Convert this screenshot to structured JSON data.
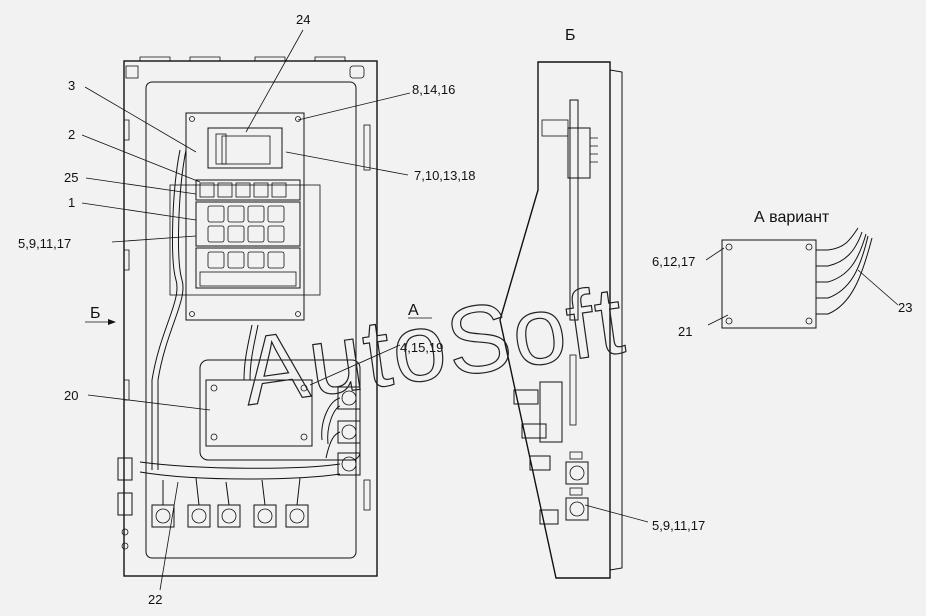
{
  "view_labels": {
    "side_view": "Б",
    "variant": "А вариант",
    "arrow_b": "Б",
    "arrow_a": "А"
  },
  "callouts": {
    "c24": "24",
    "c3": "3",
    "c8_14_16": "8,14,16",
    "c2": "2",
    "c7_10_13_18": "7,10,13,18",
    "c25": "25",
    "c1": "1",
    "c5_9_11_17_left": "5,9,11,17",
    "c4_15_19": "4,15,19",
    "c20": "20",
    "c22": "22",
    "c5_9_11_17_right": "5,9,11,17",
    "c6_12_17": "6,12,17",
    "c21": "21",
    "c23": "23"
  },
  "watermark": "AutoSoft"
}
